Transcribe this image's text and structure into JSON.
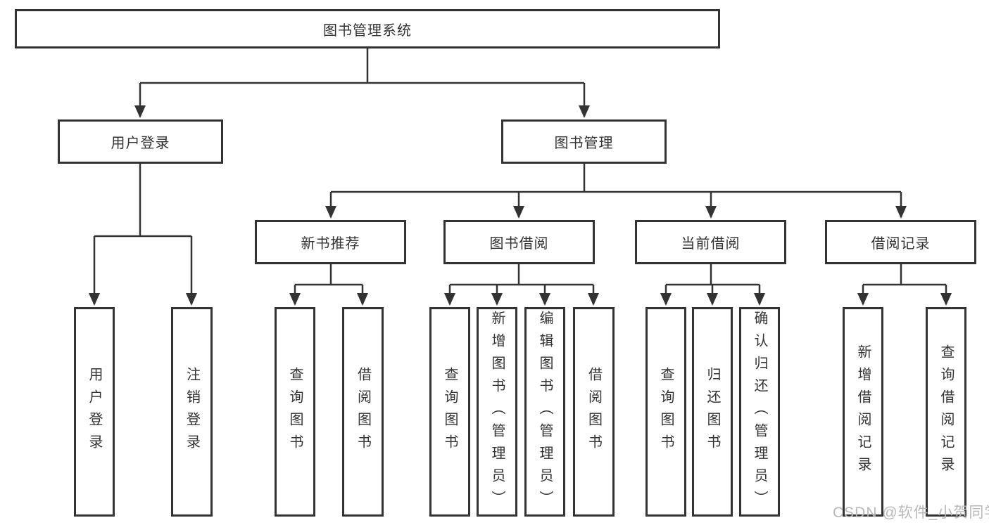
{
  "diagram": {
    "root": {
      "label": "图书管理系统"
    },
    "level1": [
      {
        "label": "用户登录"
      },
      {
        "label": "图书管理"
      }
    ],
    "level2": [
      {
        "label": "新书推荐"
      },
      {
        "label": "图书借阅"
      },
      {
        "label": "当前借阅"
      },
      {
        "label": "借阅记录"
      }
    ],
    "leaves": [
      {
        "label": "用户登录"
      },
      {
        "label": "注销登录"
      },
      {
        "label": "查询图书"
      },
      {
        "label": "借阅图书"
      },
      {
        "label": "查询图书"
      },
      {
        "label": "新增图书（管理员）"
      },
      {
        "label": "编辑图书（管理员）"
      },
      {
        "label": "借阅图书"
      },
      {
        "label": "查询图书"
      },
      {
        "label": "归还图书"
      },
      {
        "label": "确认归还（管理员）"
      },
      {
        "label": "新增借阅记录"
      },
      {
        "label": "查询借阅记录"
      }
    ],
    "watermark": "CSDN @软件_小贺同学",
    "colors": {
      "line": "#333333",
      "text": "#333333",
      "watermark": "#b9b9b9",
      "background": "#ffffff"
    }
  }
}
